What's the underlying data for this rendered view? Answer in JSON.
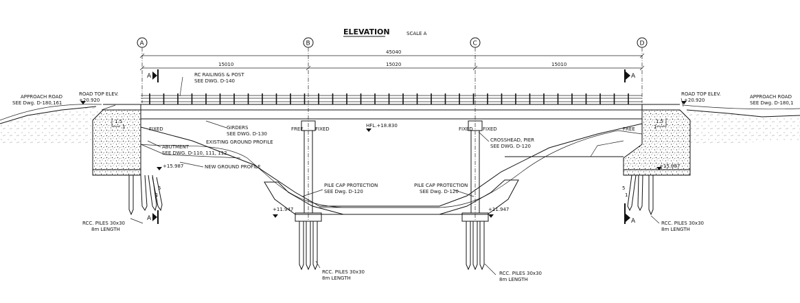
{
  "title": "ELEVATION",
  "scale": "SCALE A",
  "grid_labels": [
    "A",
    "B",
    "C",
    "D"
  ],
  "dimensions": {
    "total": "45040",
    "spans": [
      "15010",
      "15020",
      "15010"
    ]
  },
  "section_marks": [
    "A",
    "A",
    "A",
    "A"
  ],
  "annotations": {
    "rc_railings_1": "RC RAILINGS & POST",
    "rc_railings_2": "SEE DWG. D-140",
    "girders_1": "GIRDERS",
    "girders_2": "SEE DWG. D-130",
    "existing_ground": "EXISTING GROUND PROFILE",
    "abutment_1": "ABUTMENT",
    "abutment_2": "SEE DWG. D-110, 111, 112",
    "new_ground": "NEW GROUND PROFILE",
    "crosshead_1": "CROSSHEAD, PIER",
    "crosshead_2": "SEE DWG. D-120",
    "hfl": "HFL.+18.830",
    "pile_cap_left_1": "PILE CAP PROTECTION",
    "pile_cap_left_2": "SEE Dwg. D-120",
    "pile_cap_right_1": "PILE CAP PROTECTION",
    "pile_cap_right_2": "SEE Dwg. D-120",
    "approach_left_1": "APPROACH ROAD",
    "approach_left_2": "SEE Dwg. D-180,161",
    "approach_right_1": "APPROACH ROAD",
    "approach_right_2": "SEE Dwg. D-180,1",
    "road_top_left_1": "ROAD TOP ELEV.",
    "road_top_left_2": "+20.920",
    "road_top_right_1": "ROAD TOP ELEV.",
    "road_top_right_2": "+20.920",
    "lvl_abut_left": "+15.987",
    "lvl_abut_right": "+15.987",
    "lvl_pier_left": "+11.947",
    "lvl_pier_right": "+11.947",
    "piles_abut_left_1": "RCC. PILES 30x30",
    "piles_abut_left_2": "8m LENGTH",
    "piles_abut_right_1": "RCC. PILES 30x30",
    "piles_abut_right_2": "8m LENGTH",
    "piles_pier_left_1": "RCC. PILES 30x30",
    "piles_pier_left_2": "8m LENGTH",
    "piles_pier_right_1": "RCC. PILES 30x30",
    "piles_pier_right_2": "8m LENGTH",
    "bearing_a": "FIXED",
    "bearing_b_left": "FREE",
    "bearing_b_right": "FIXED",
    "bearing_c_left": "FIXED",
    "bearing_c_right": "FIXED",
    "bearing_d": "FREE",
    "slope_left": "1.5",
    "slope_left_1": "1",
    "slope_right": "1.5",
    "slope_right_1": "1",
    "pile_slope_left": "5",
    "pile_slope_left_1": "1",
    "pile_slope_right": "5",
    "pile_slope_right_1": "1"
  }
}
